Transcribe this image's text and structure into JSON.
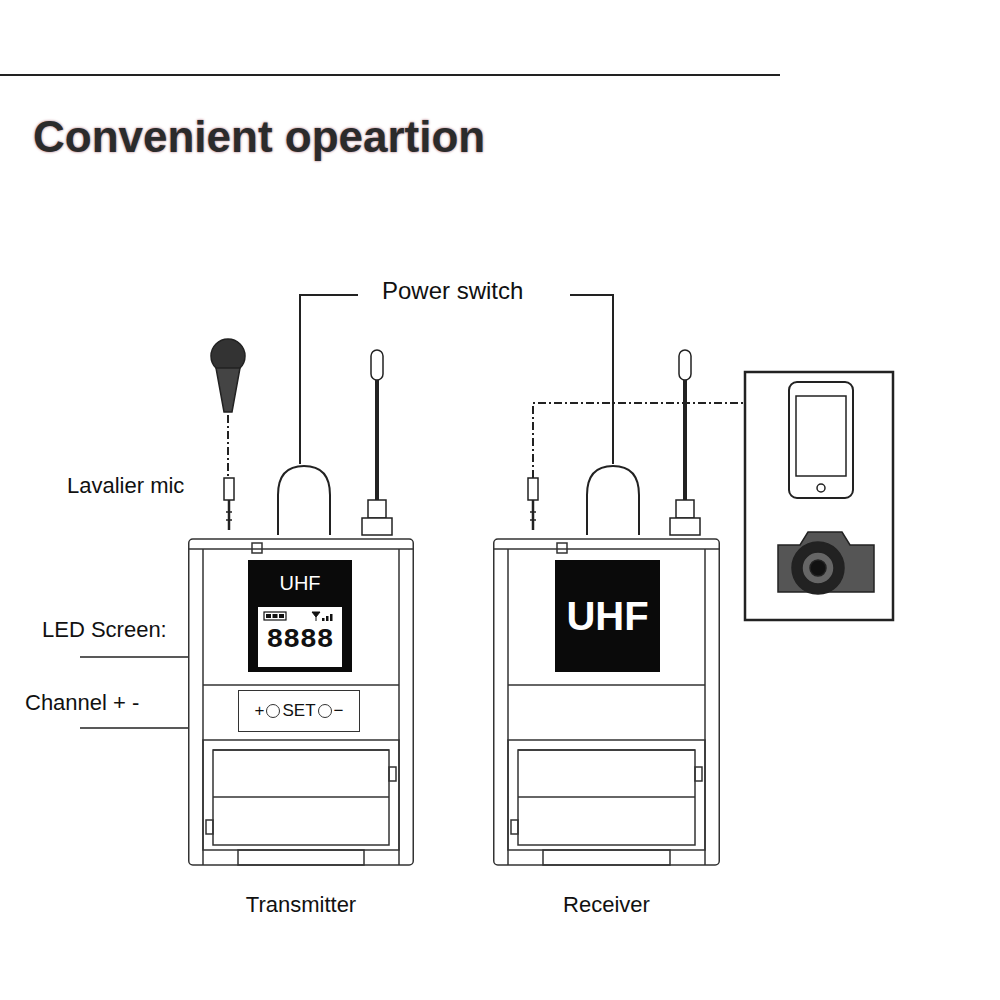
{
  "diagram": {
    "title": "Convenient opeartion",
    "nodes": [
      {
        "text": [
          "Transmitter"
        ]
      },
      {
        "text": [
          "UHF",
          "8888"
        ],
        "in": 0
      },
      {
        "text": [
          "+",
          "SET",
          "−"
        ],
        "in": 0
      },
      {
        "text": [
          "Receiver"
        ]
      },
      {
        "text": [
          "UHF"
        ],
        "in": 3
      }
    ],
    "labels": [
      "Power switch",
      "Lavalier mic",
      "LED Screen:",
      "Channel + -"
    ]
  }
}
